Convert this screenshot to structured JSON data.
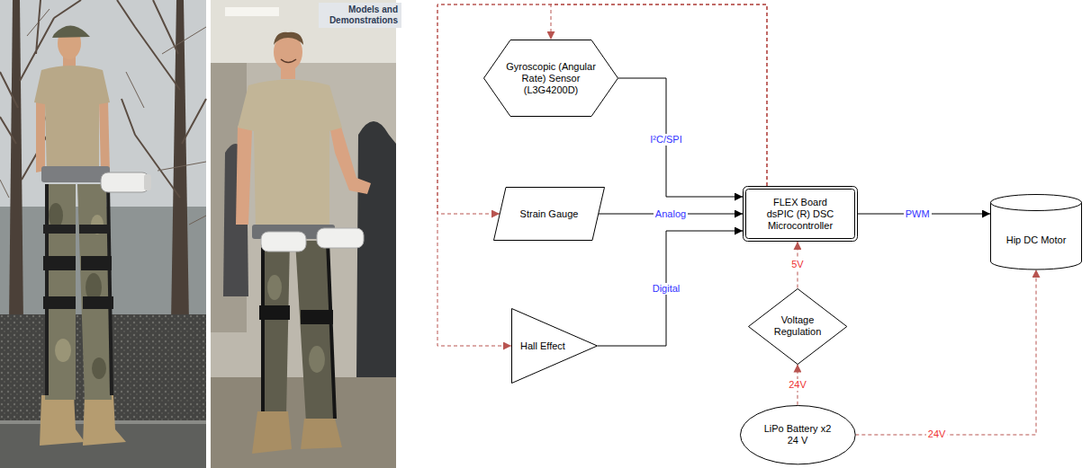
{
  "diagram": {
    "nodes": [
      {
        "text": [
          "Gyroscopic (Angular Rate) Sensor (L3G4200D)"
        ]
      },
      {
        "text": [
          "Strain Gauge"
        ]
      },
      {
        "text": [
          "Hall Effect"
        ]
      },
      {
        "text": [
          "FLEX Board dsPIC (R) DSC Microcontroller"
        ]
      },
      {
        "text": [
          "Hip DC Motor"
        ]
      },
      {
        "text": [
          "Voltage Regulation"
        ]
      },
      {
        "text": [
          "LiPo Battery x2 24 V"
        ]
      }
    ],
    "edges": [
      {
        "from": 0,
        "to": 3,
        "arrow": "to",
        "label": "I²C/SPI"
      },
      {
        "from": 1,
        "to": 3,
        "arrow": "to",
        "label": "Analog"
      },
      {
        "from": 2,
        "to": 3,
        "arrow": "to",
        "label": "Digital"
      },
      {
        "from": 3,
        "to": 4,
        "arrow": "to",
        "label": "PWM"
      },
      {
        "from": 5,
        "to": 3,
        "arrow": "to",
        "label": "5V"
      },
      {
        "from": 6,
        "to": 5,
        "arrow": "to",
        "label": "24V"
      },
      {
        "from": 6,
        "to": 4,
        "arrow": "to",
        "label": "24V"
      },
      {
        "from": 3,
        "to": 0,
        "arrow": "to"
      },
      {
        "from": 3,
        "to": 1,
        "arrow": "to"
      },
      {
        "from": 3,
        "to": 2,
        "arrow": "to"
      }
    ],
    "labels": [
      "Models and Demonstrations"
    ]
  }
}
